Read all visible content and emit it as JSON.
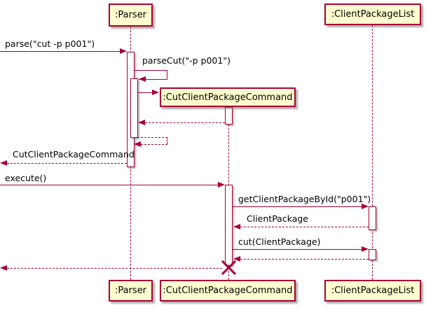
{
  "diagram_type": "uml-sequence-diagram",
  "colors": {
    "background": "#FFFFFF",
    "participant_fill": "#FEFECE",
    "border": "#A80036",
    "arrow": "#A80036",
    "text": "#000000"
  },
  "participants": [
    {
      "id": "parser",
      "label": ":Parser"
    },
    {
      "id": "cut_client_package_command",
      "label": ":CutClientPackageCommand",
      "created_during_sequence": true,
      "destroyed_during_sequence": true
    },
    {
      "id": "client_package_list",
      "label": ":ClientPackageList"
    }
  ],
  "messages": [
    {
      "label": "parse(\"cut -p p001\")",
      "from": "external",
      "to": "parser",
      "kind": "call",
      "style": "solid"
    },
    {
      "label": "parseCut(\"-p p001\")",
      "from": "parser",
      "to": "parser",
      "kind": "self-call",
      "style": "solid"
    },
    {
      "label": "",
      "from": "parser",
      "to": "cut_client_package_command",
      "kind": "create",
      "style": "solid"
    },
    {
      "label": "",
      "from": "cut_client_package_command",
      "to": "parser",
      "kind": "return",
      "style": "dashed"
    },
    {
      "label": "",
      "from": "parser",
      "to": "parser",
      "kind": "self-return",
      "style": "dashed"
    },
    {
      "label": "CutClientPackageCommand",
      "from": "parser",
      "to": "external",
      "kind": "return",
      "style": "dashed"
    },
    {
      "label": "execute()",
      "from": "external",
      "to": "cut_client_package_command",
      "kind": "call",
      "style": "solid"
    },
    {
      "label": "getClientPackageById(\"p001\")",
      "from": "cut_client_package_command",
      "to": "client_package_list",
      "kind": "call",
      "style": "solid"
    },
    {
      "label": "ClientPackage",
      "from": "client_package_list",
      "to": "cut_client_package_command",
      "kind": "return",
      "style": "dashed"
    },
    {
      "label": "cut(ClientPackage)",
      "from": "cut_client_package_command",
      "to": "client_package_list",
      "kind": "call",
      "style": "solid"
    },
    {
      "label": "",
      "from": "client_package_list",
      "to": "cut_client_package_command",
      "kind": "return",
      "style": "dashed"
    },
    {
      "label": "",
      "from": "cut_client_package_command",
      "to": "external",
      "kind": "return-and-destroy",
      "style": "dashed"
    }
  ]
}
